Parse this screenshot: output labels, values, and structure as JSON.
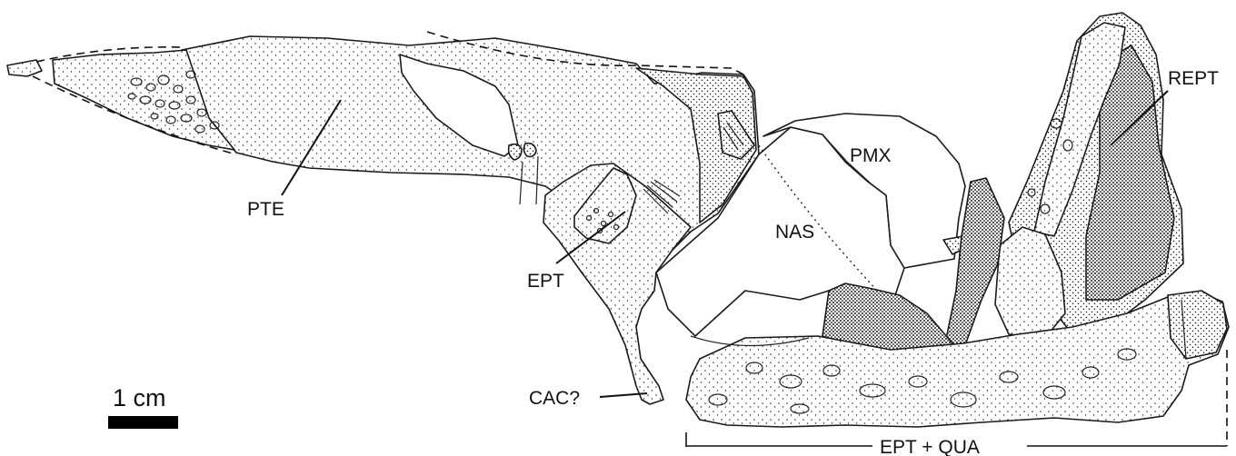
{
  "figure": {
    "labels": {
      "pte": "PTE",
      "ept": "EPT",
      "nas": "NAS",
      "pmx": "PMX",
      "rept": "REPT",
      "cac": "CAC?",
      "ept_qua": "EPT + QUA"
    },
    "scale_bar": {
      "label": "1 cm"
    },
    "colors": {
      "ink": "#111111",
      "stipple": "#1a1a1a",
      "paper": "#ffffff"
    }
  }
}
